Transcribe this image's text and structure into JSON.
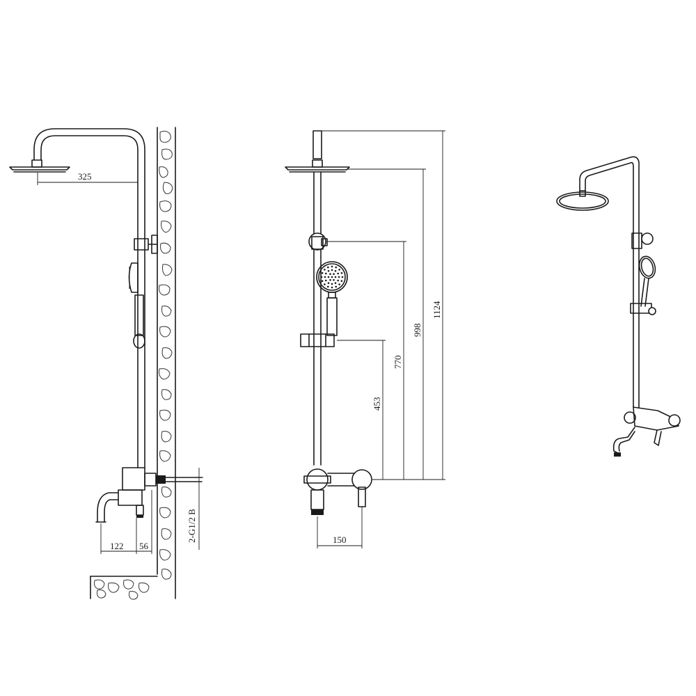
{
  "views": {
    "side": {
      "dimensions": {
        "arm_reach": "325",
        "spout_projection": "122",
        "inlet_offset": "56",
        "inlet_thread": "2-G1/2 B"
      }
    },
    "front": {
      "dimensions": {
        "slider_height": "453",
        "bracket_height": "770",
        "head_height": "998",
        "overall_height": "1124",
        "inlet_centres": "150"
      }
    }
  }
}
